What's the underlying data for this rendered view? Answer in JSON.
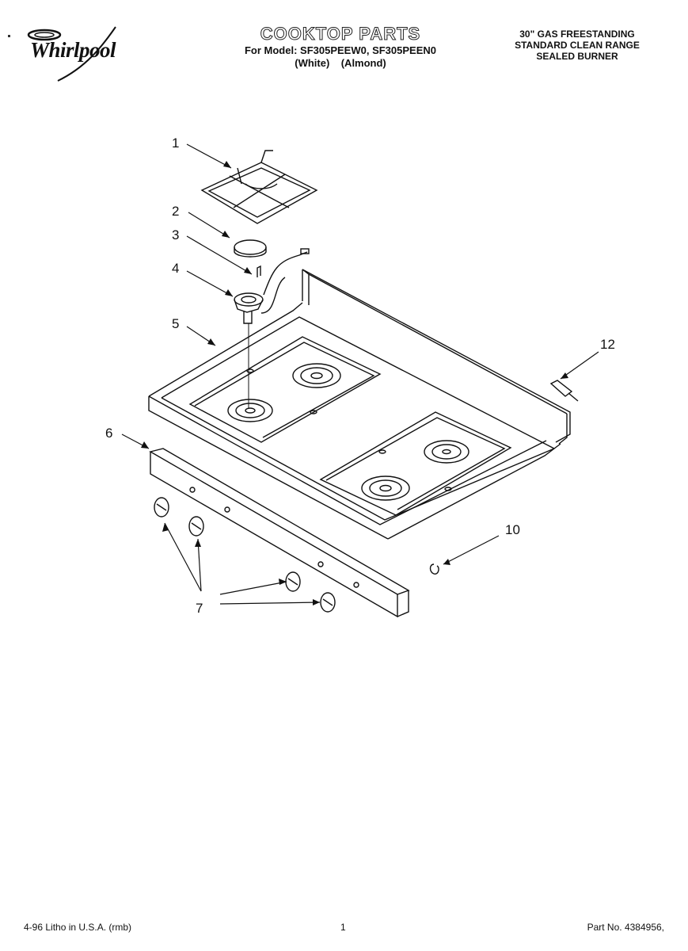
{
  "brand": {
    "name": "Whirlpool"
  },
  "header": {
    "title": "COOKTOP PARTS",
    "model_line": "For Model: SF305PEEW0, SF305PEEN0",
    "variant_line": "(White)    (Almond)"
  },
  "product": {
    "line1": "30\" GAS FREESTANDING",
    "line2": "STANDARD CLEAN RANGE",
    "line3": "SEALED BURNER"
  },
  "callouts": {
    "c1": "1",
    "c2": "2",
    "c3": "3",
    "c4": "4",
    "c5": "5",
    "c6": "6",
    "c7": "7",
    "c10": "10",
    "c12": "12"
  },
  "footer": {
    "left": "4-96 Litho in U.S.A. (rmb)",
    "center": "1",
    "right": "Part No. 4384956,"
  }
}
